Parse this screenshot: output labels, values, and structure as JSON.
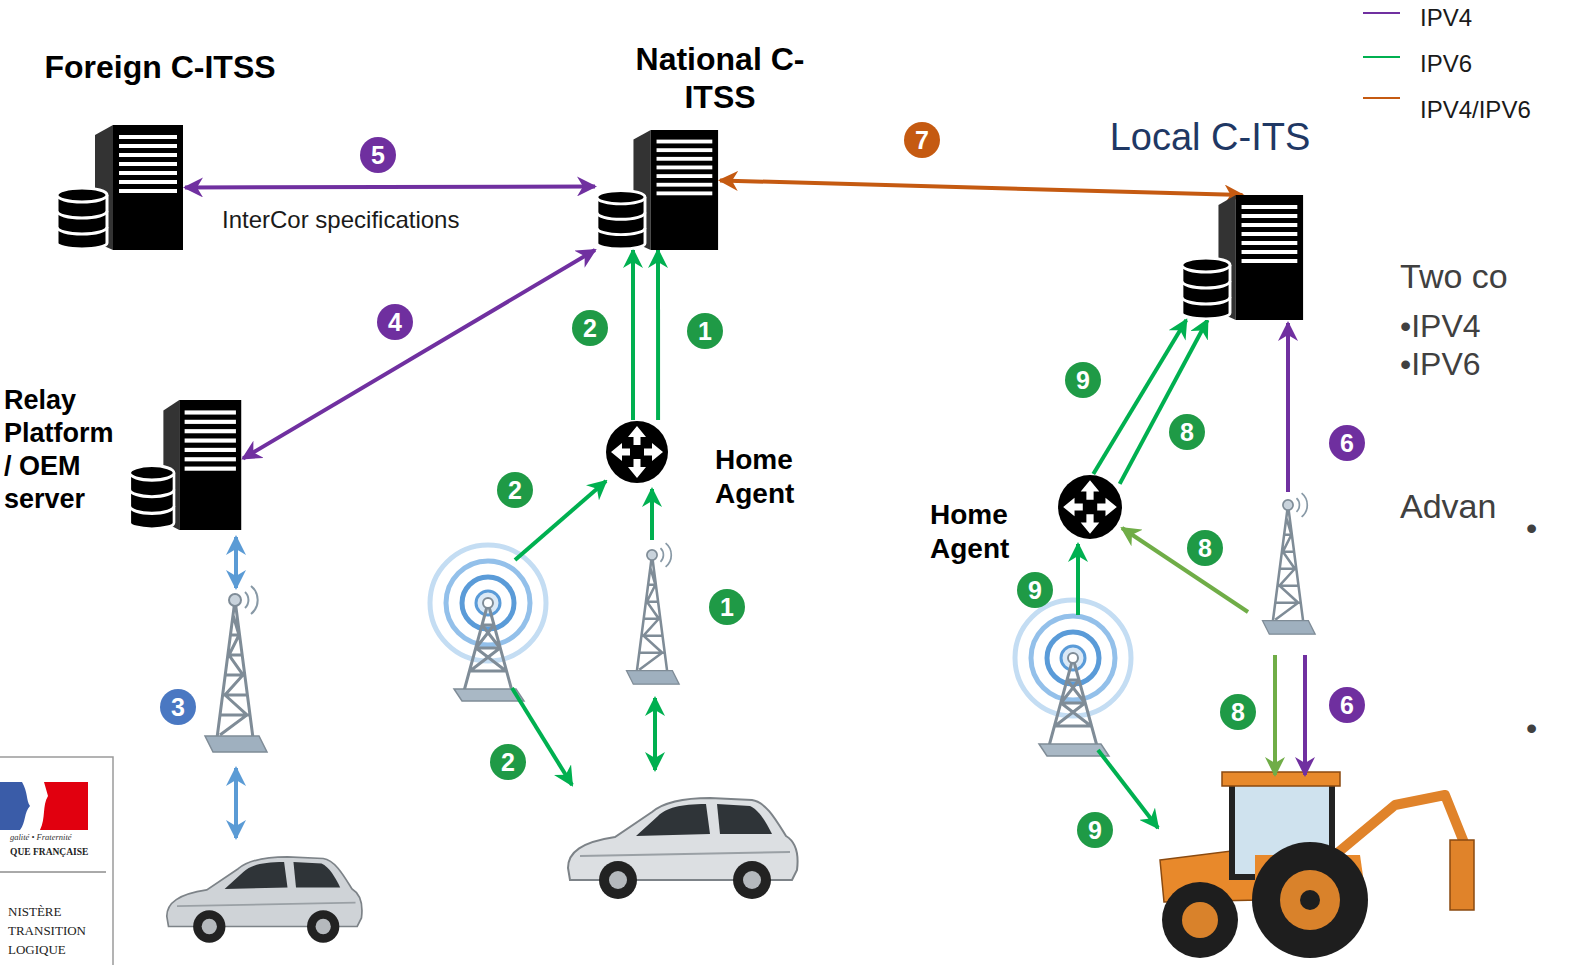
{
  "diagram": {
    "nodes": [
      {
        "text": [
          "Foreign C-ITSS"
        ]
      },
      {
        "text": [
          "National C- ITSS"
        ]
      },
      {
        "text": [
          "Local C-ITS"
        ]
      },
      {
        "text": [
          "Relay Platform / OEM server"
        ]
      },
      {
        "text": [
          "Home Agent"
        ]
      },
      {
        "text": [
          "Home Agent"
        ]
      }
    ],
    "edges": [
      {
        "from": 0,
        "to": 1,
        "arrow": "both",
        "label": "5"
      },
      {
        "from": 1,
        "to": 3,
        "arrow": "both",
        "label": "4"
      },
      {
        "from": 1,
        "to": 2,
        "arrow": "both",
        "label": "7"
      },
      {
        "from": 4,
        "to": 1,
        "arrow": "to",
        "label": "2"
      },
      {
        "from": 4,
        "to": 1,
        "arrow": "to",
        "label": "1"
      },
      {
        "from": 5,
        "to": 2,
        "arrow": "to",
        "label": "9"
      },
      {
        "from": 5,
        "to": 2,
        "arrow": "to",
        "label": "8"
      }
    ],
    "labels": [
      "InterCor specifications",
      "3",
      "2",
      "1",
      "2",
      "9",
      "8",
      "8",
      "6",
      "6",
      "9",
      "Two co",
      "•IPV4",
      "•IPV6",
      "Advan",
      "•",
      "•",
      "galité • Fraternité",
      "QUE FRANÇAISE",
      "NISTÈRE",
      "TRANSITION",
      "LOGIQUE"
    ],
    "legend": [
      {
        "text": "IPV4"
      },
      {
        "text": "IPV6"
      },
      {
        "text": "IPV4/IPV6"
      }
    ]
  }
}
